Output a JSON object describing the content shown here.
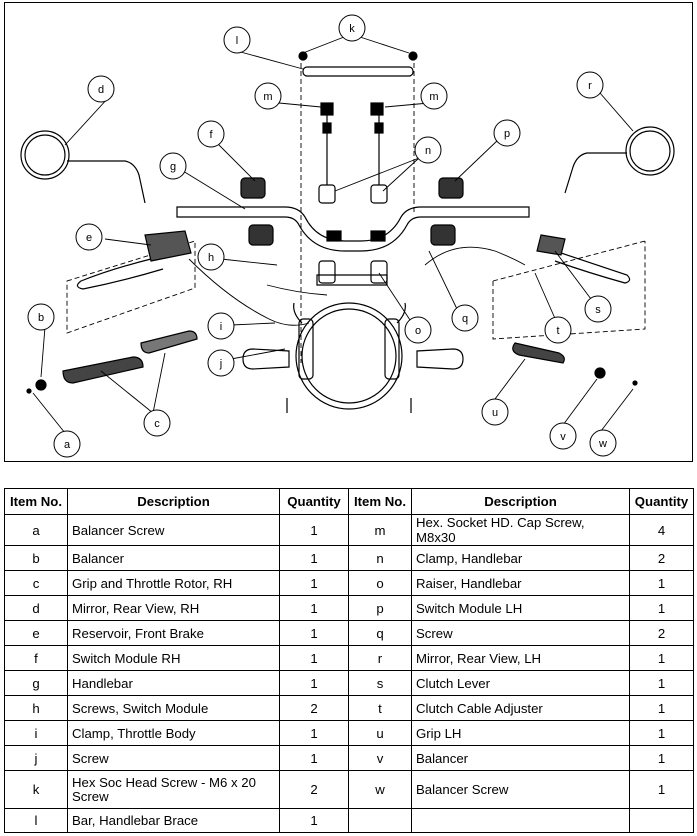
{
  "diagram": {
    "callouts": [
      "a",
      "b",
      "c",
      "d",
      "e",
      "f",
      "g",
      "h",
      "i",
      "j",
      "k",
      "l",
      "m",
      "m",
      "n",
      "o",
      "p",
      "q",
      "r",
      "s",
      "t",
      "u",
      "v",
      "w"
    ]
  },
  "table": {
    "headers": [
      "Item No.",
      "Description",
      "Quantity",
      "Item No.",
      "Description",
      "Quantity"
    ],
    "rows": [
      {
        "left": {
          "item": "a",
          "desc": "Balancer Screw",
          "qty": "1"
        },
        "right": {
          "item": "m",
          "desc": "Hex. Socket HD. Cap Screw, M8x30",
          "qty": "4"
        }
      },
      {
        "left": {
          "item": "b",
          "desc": "Balancer",
          "qty": "1"
        },
        "right": {
          "item": "n",
          "desc": "Clamp, Handlebar",
          "qty": "2"
        }
      },
      {
        "left": {
          "item": "c",
          "desc": "Grip and Throttle Rotor, RH",
          "qty": "1"
        },
        "right": {
          "item": "o",
          "desc": "Raiser, Handlebar",
          "qty": "1"
        }
      },
      {
        "left": {
          "item": "d",
          "desc": "Mirror, Rear View, RH",
          "qty": "1"
        },
        "right": {
          "item": "p",
          "desc": "Switch Module LH",
          "qty": "1"
        }
      },
      {
        "left": {
          "item": "e",
          "desc": "Reservoir, Front Brake",
          "qty": "1"
        },
        "right": {
          "item": "q",
          "desc": "Screw",
          "qty": "2"
        }
      },
      {
        "left": {
          "item": "f",
          "desc": "Switch Module RH",
          "qty": "1"
        },
        "right": {
          "item": "r",
          "desc": "Mirror, Rear View, LH",
          "qty": "1"
        }
      },
      {
        "left": {
          "item": "g",
          "desc": "Handlebar",
          "qty": "1"
        },
        "right": {
          "item": "s",
          "desc": "Clutch Lever",
          "qty": "1"
        }
      },
      {
        "left": {
          "item": "h",
          "desc": "Screws, Switch Module",
          "qty": "2"
        },
        "right": {
          "item": "t",
          "desc": "Clutch Cable Adjuster",
          "qty": "1"
        }
      },
      {
        "left": {
          "item": "i",
          "desc": "Clamp, Throttle Body",
          "qty": "1"
        },
        "right": {
          "item": "u",
          "desc": "Grip LH",
          "qty": "1"
        }
      },
      {
        "left": {
          "item": "j",
          "desc": "Screw",
          "qty": "1"
        },
        "right": {
          "item": "v",
          "desc": "Balancer",
          "qty": "1"
        }
      },
      {
        "left": {
          "item": "k",
          "desc": "Hex Soc Head Screw - M6 x 20 Screw",
          "qty": "2"
        },
        "right": {
          "item": "w",
          "desc": "Balancer Screw",
          "qty": "1"
        }
      },
      {
        "left": {
          "item": "l",
          "desc": "Bar, Handlebar Brace",
          "qty": "1"
        },
        "right": {
          "item": "",
          "desc": "",
          "qty": ""
        }
      }
    ]
  }
}
